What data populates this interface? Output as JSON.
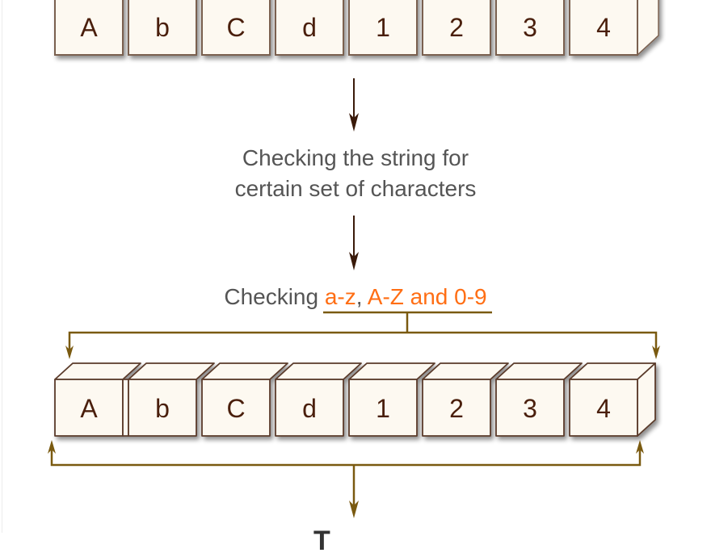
{
  "colors": {
    "box_fill": "#fdf9f1",
    "box_stroke": "#5a3a2a",
    "label_text": "#4a1f0c",
    "caption_text": "#555555",
    "highlight_text": "#ff6e14",
    "bracket_line": "#7a5a10",
    "arrow_dark": "#3a1a0a"
  },
  "top_row": {
    "cells": [
      "A",
      "b",
      "C",
      "d",
      "1",
      "2",
      "3",
      "4"
    ]
  },
  "step1": {
    "line1": "Checking the string for",
    "line2": "certain set of characters"
  },
  "step2": {
    "prefix": "Checking ",
    "range1": "a-z",
    "sep": ",",
    "range2": " A-Z and 0-9"
  },
  "bottom_row": {
    "cells": [
      "A",
      "b",
      "C",
      "d",
      "1",
      "2",
      "3",
      "4"
    ]
  },
  "result": {
    "partial_text": "T"
  }
}
